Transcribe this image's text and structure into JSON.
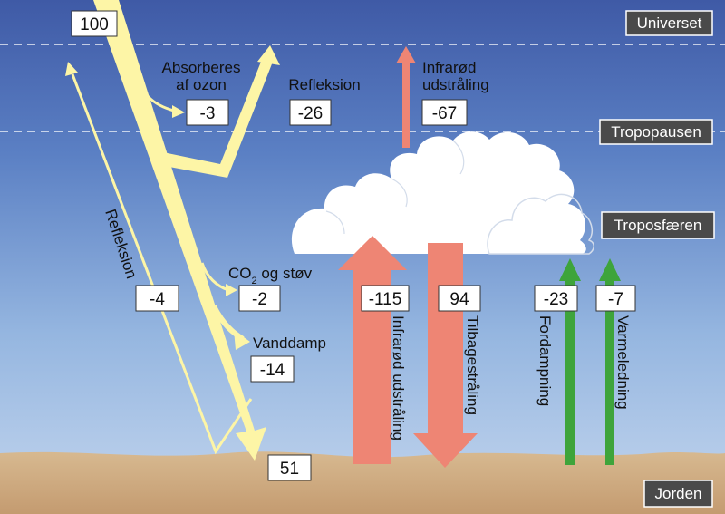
{
  "layers": {
    "universe": "Universet",
    "tropopause": "Tropopausen",
    "troposphere": "Troposfæren",
    "earth": "Jorden"
  },
  "values": {
    "incoming": "100",
    "ozone": "-3",
    "reflection_top": "-26",
    "infrared_out": "-67",
    "reflection_surface": "-4",
    "co2_dust": "-2",
    "water_vapour": "-14",
    "surface_absorbed": "51",
    "infrared_up": "-115",
    "back_radiation": "94",
    "evaporation": "-23",
    "heat_conduction": "-7"
  },
  "labels": {
    "ozone_line1": "Absorberes",
    "ozone_line2": "af ozon",
    "reflection_top": "Refleksion",
    "infrared_out_line1": "Infrarød",
    "infrared_out_line2": "udstråling",
    "reflection_surface": "Refleksion",
    "co2_base": "CO",
    "co2_sub": "2",
    "co2_rest": " og støv",
    "water_vapour": "Vanddamp",
    "infrared_up": "Infrarød udstråling",
    "back_radiation": "Tilbagestråling",
    "evaporation": "Fordampning",
    "heat_conduction": "Varmeledning"
  },
  "colors": {
    "sky_top": "#3f5aa6",
    "sky_bottom": "#c4d6ee",
    "ground": "#cfae86",
    "solar_arrow": "#fdf5a6",
    "infrared_arrow": "#ee8574",
    "latent_arrow": "#3ea43b",
    "layer_box": "#4a4a4a"
  }
}
